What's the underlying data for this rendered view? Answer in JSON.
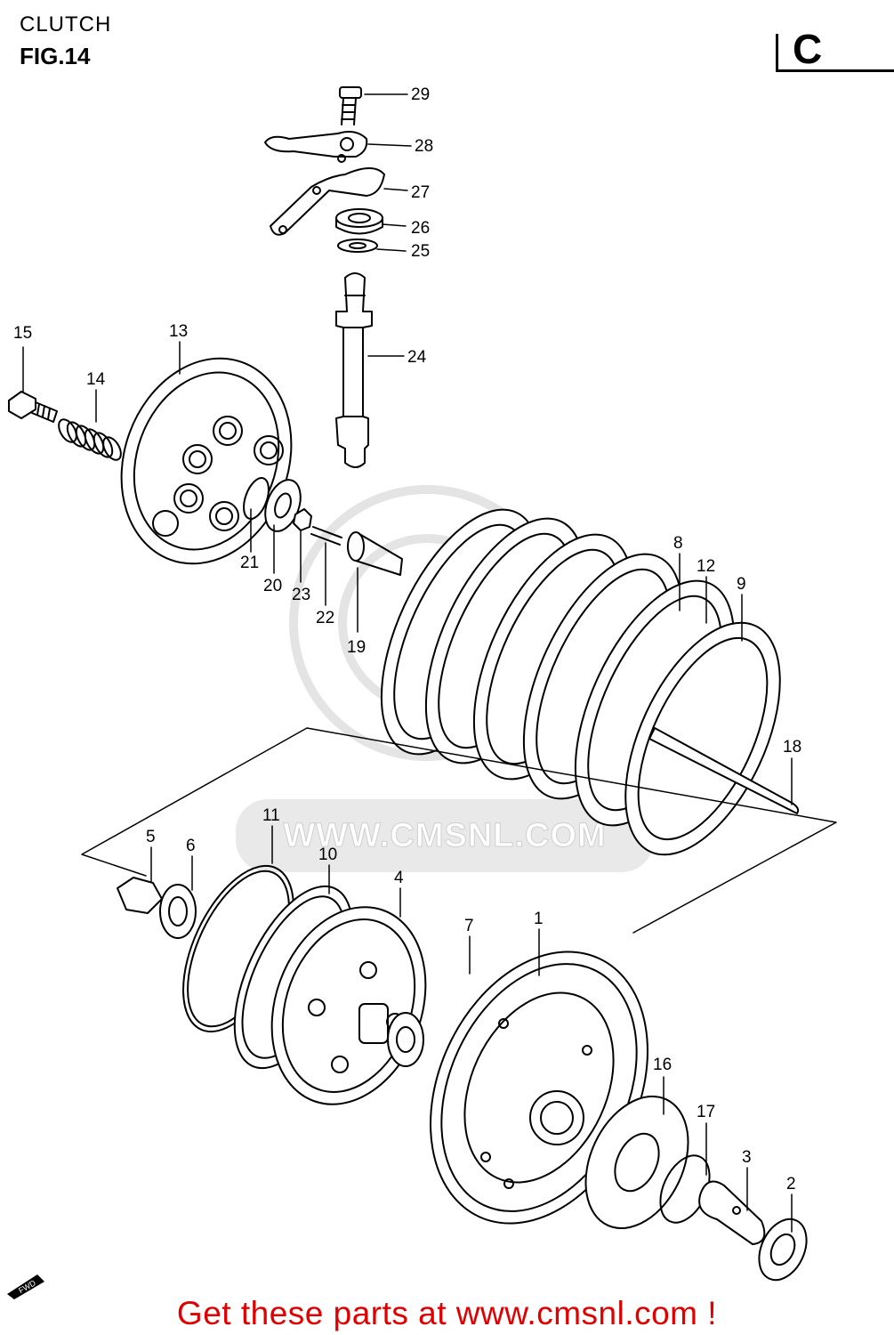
{
  "header": {
    "section_title": "CLUTCH",
    "figure_label": "FIG.14",
    "section_code": "C"
  },
  "watermark": {
    "text": "WWW.CMSNL.COM"
  },
  "footer": {
    "cta": "Get these parts at www.cmsnl.com !"
  },
  "direction_tag": "FWD",
  "callouts": [
    "29",
    "28",
    "27",
    "26",
    "25",
    "24",
    "15",
    "13",
    "14",
    "21",
    "20",
    "23",
    "22",
    "19",
    "8",
    "12",
    "9",
    "18",
    "11",
    "5",
    "6",
    "10",
    "4",
    "7",
    "1",
    "16",
    "17",
    "3",
    "2"
  ]
}
